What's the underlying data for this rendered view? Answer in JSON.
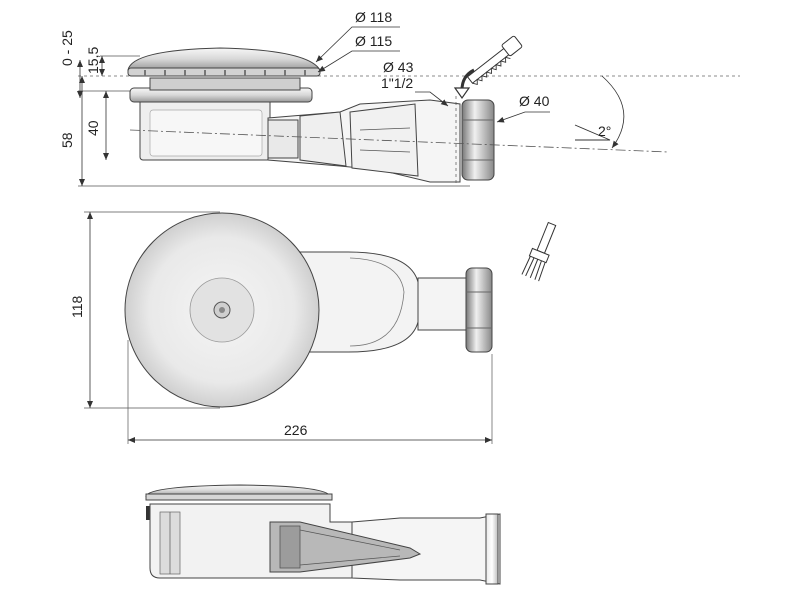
{
  "dimensions": {
    "height_adjust": "0 - 25",
    "cover_height": "15,5",
    "body_height": "40",
    "total_height": "58",
    "cover_diameter": "Ø 118",
    "collar_diameter": "Ø 115",
    "outlet_diameter_43": "Ø 43",
    "outlet_thread": "1\"1/2",
    "outlet_diameter_40": "Ø 40",
    "slope": "2°",
    "top_view_diameter": "118",
    "total_length": "226"
  },
  "colors": {
    "line": "#333333",
    "metal_light": "#e6e6e6",
    "metal_dark": "#8a8a8a",
    "plastic": "#f2f2f2",
    "cutaway": "#b5b5b5"
  },
  "icons": [
    "saw-icon",
    "brush-icon",
    "arrow-icon"
  ]
}
